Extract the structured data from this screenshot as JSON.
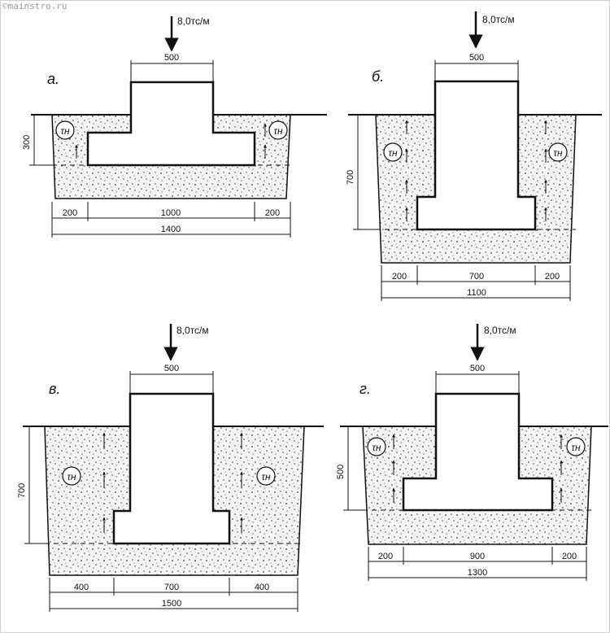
{
  "watermark": "©mainstro.ru",
  "load_label": "8,0тс/м",
  "tau_label": "τн",
  "panels": [
    {
      "letter": "а.",
      "top_width": "500",
      "depth": "300",
      "dims_row": [
        "200",
        "1000",
        "200"
      ],
      "total": "1400"
    },
    {
      "letter": "б.",
      "top_width": "500",
      "depth": "700",
      "dims_row": [
        "200",
        "700",
        "200"
      ],
      "total": "1100"
    },
    {
      "letter": "в.",
      "top_width": "500",
      "depth": "700",
      "dims_row": [
        "400",
        "700",
        "400"
      ],
      "total": "1500"
    },
    {
      "letter": "г.",
      "top_width": "500",
      "depth": "500",
      "dims_row": [
        "200",
        "900",
        "200"
      ],
      "total": "1300"
    }
  ]
}
